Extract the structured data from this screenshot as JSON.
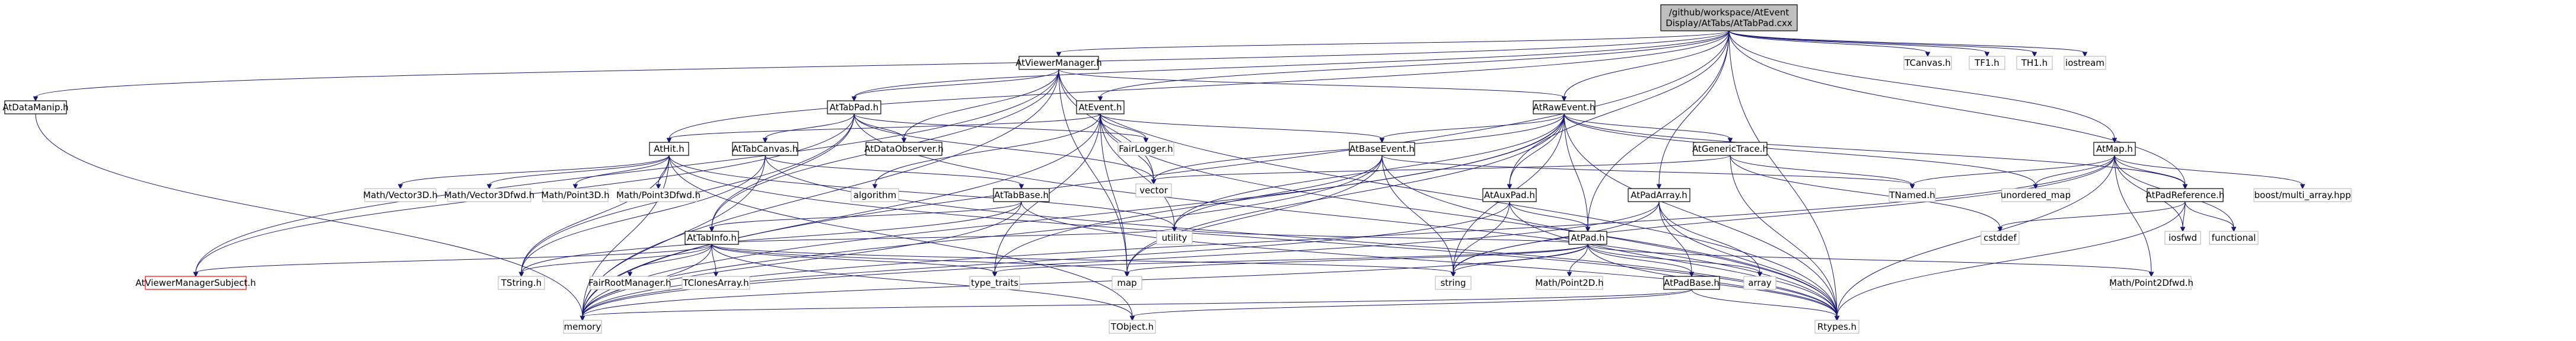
{
  "root": {
    "label_lines": [
      "/github/workspace/AtEvent",
      "Display/AtTabs/AtTabPad.cxx"
    ]
  },
  "nodes": {
    "AtDataManip_h": "AtDataManip.h",
    "AtViewerManager_h": "AtViewerManager.h",
    "TCanvas_h": "TCanvas.h",
    "TF1_h": "TF1.h",
    "TH1_h": "TH1.h",
    "iostream": "iostream",
    "AtTabPad_h": "AtTabPad.h",
    "AtEvent_h": "AtEvent.h",
    "AtRawEvent_h": "AtRawEvent.h",
    "AtMap_h": "AtMap.h",
    "AtHit_h": "AtHit.h",
    "AtTabCanvas_h": "AtTabCanvas.h",
    "AtDataObserver_h": "AtDataObserver.h",
    "FairLogger_h": "FairLogger.h",
    "AtBaseEvent_h": "AtBaseEvent.h",
    "AtGenericTrace_h": "AtGenericTrace.h",
    "vector": "vector",
    "algorithm": "algorithm",
    "AtTabBase_h": "AtTabBase.h",
    "AtAuxPad_h": "AtAuxPad.h",
    "AtPadArray_h": "AtPadArray.h",
    "TNamed_h": "TNamed.h",
    "unordered_map": "unordered_map",
    "AtPadReference_h": "AtPadReference.h",
    "boost_multi_array_hpp": "boost/multi_array.hpp",
    "MathVector3D_h": "Math/Vector3D.h",
    "MathVector3Dfwd_h": "Math/Vector3Dfwd.h",
    "MathPoint3D_h": "Math/Point3D.h",
    "MathPoint3Dfwd_h": "Math/Point3Dfwd.h",
    "AtTabInfo_h": "AtTabInfo.h",
    "utility": "utility",
    "AtPad_h": "AtPad.h",
    "cstddef": "cstddef",
    "iosfwd": "iosfwd",
    "functional": "functional",
    "AtViewerManagerSubject_h": "AtViewerManagerSubject.h",
    "TString_h": "TString.h",
    "FairRootManager_h": "FairRootManager.h",
    "TClonesArray_h": "TClonesArray.h",
    "type_traits": "type_traits",
    "map": "map",
    "string": "string",
    "MathPoint2D_h": "Math/Point2D.h",
    "AtPadBase_h": "AtPadBase.h",
    "array": "array",
    "MathPoint2Dfwd_h": "Math/Point2Dfwd.h",
    "memory": "memory",
    "TObject_h": "TObject.h",
    "Rtypes_h": "Rtypes.h"
  }
}
